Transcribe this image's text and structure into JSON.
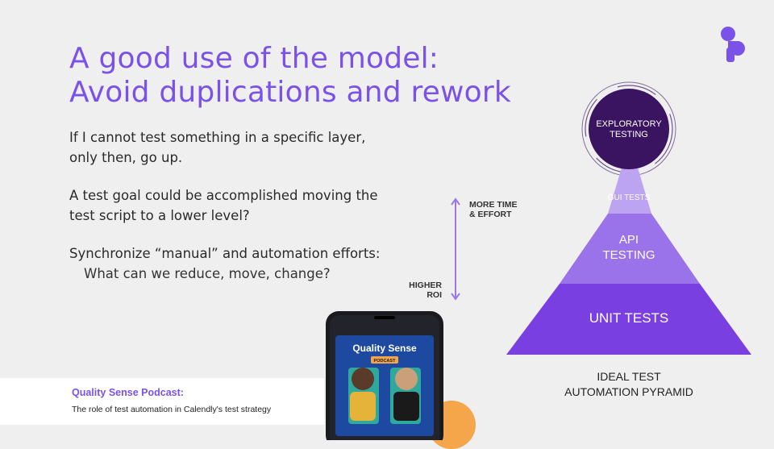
{
  "title": {
    "line1": "A good use of the model:",
    "line2": "Avoid duplications and rework"
  },
  "body": {
    "p1_line1": "If I cannot test something in a specific layer,",
    "p1_line2": "only then, go up.",
    "p2_line1": "A test goal could be accomplished moving the",
    "p2_line2": "test script to a lower level?",
    "p3_line1": "Synchronize “manual” and automation efforts:",
    "p3_line2": "What can we reduce, move, change?"
  },
  "axis": {
    "top_line1": "MORE TIME",
    "top_line2": "& EFFORT",
    "bottom_line1": "HIGHER",
    "bottom_line2": "ROI"
  },
  "pyramid": {
    "top_circle_line1": "EXPLORATORY",
    "top_circle_line2": "TESTING",
    "layer_gui": "GUI TESTS",
    "layer_api_line1": "API",
    "layer_api_line2": "TESTING",
    "layer_unit": "UNIT TESTS",
    "caption_line1": "IDEAL TEST",
    "caption_line2": "AUTOMATION PYRAMID",
    "colors": {
      "circle": "#3a1461",
      "gui": "#bca4f3",
      "api": "#9a72ea",
      "unit": "#7a3fe0"
    }
  },
  "footer": {
    "title": "Quality Sense Podcast:",
    "subtitle": "The role of test automation in Calendly's test strategy"
  },
  "phone": {
    "podcast_title": "Quality Sense",
    "podcast_badge": "PODCAST"
  },
  "logo": {
    "icon": "brand-logo-icon",
    "color": "#7b52e8"
  }
}
